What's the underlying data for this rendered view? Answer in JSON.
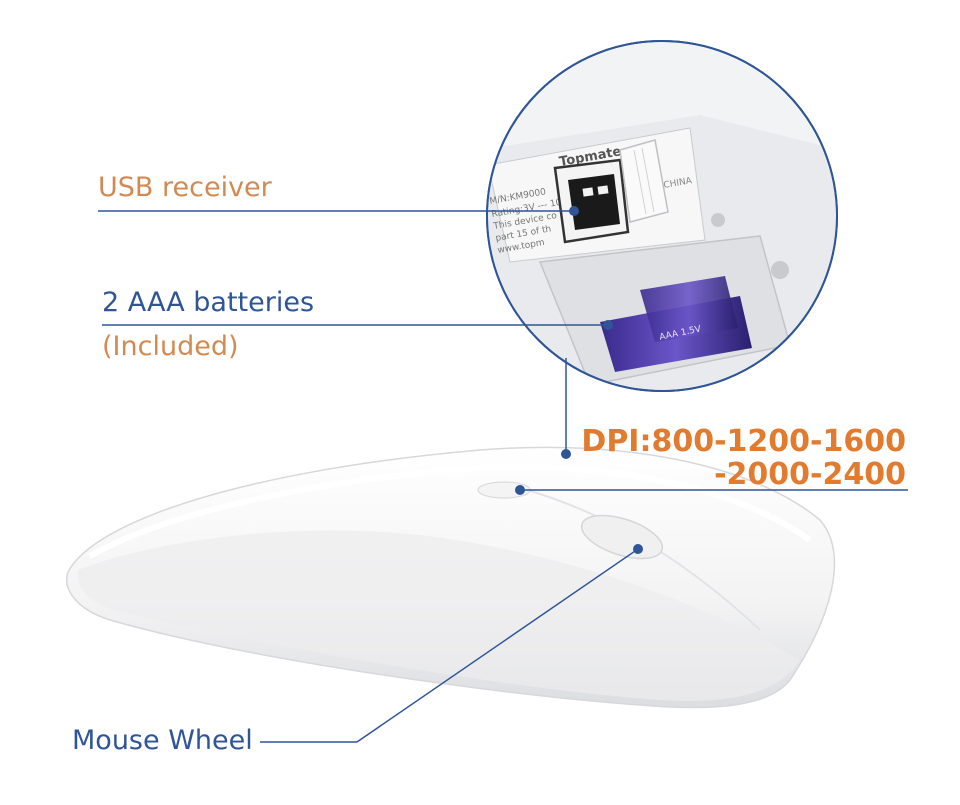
{
  "callouts": {
    "usb_receiver": "USB receiver",
    "batteries": "2 AAA batteries",
    "batteries_note": "(Included)",
    "dpi_line1": "DPI:800-1200-1600",
    "dpi_line2": "-2000-2400",
    "mouse_wheel": "Mouse Wheel"
  },
  "inset": {
    "brand": "Topmate",
    "model": "M/N:KM9000",
    "rating": "Rating:3V --- 10",
    "compliance_1": "This device co",
    "compliance_2": "part 15 of th",
    "website": "www.topm",
    "origin": "CHINA",
    "battery_text": "AAA 1.5V"
  },
  "colors": {
    "line_blue": "#2f5597",
    "label_orange": "#d38a52",
    "dpi_orange": "#e07b30"
  }
}
